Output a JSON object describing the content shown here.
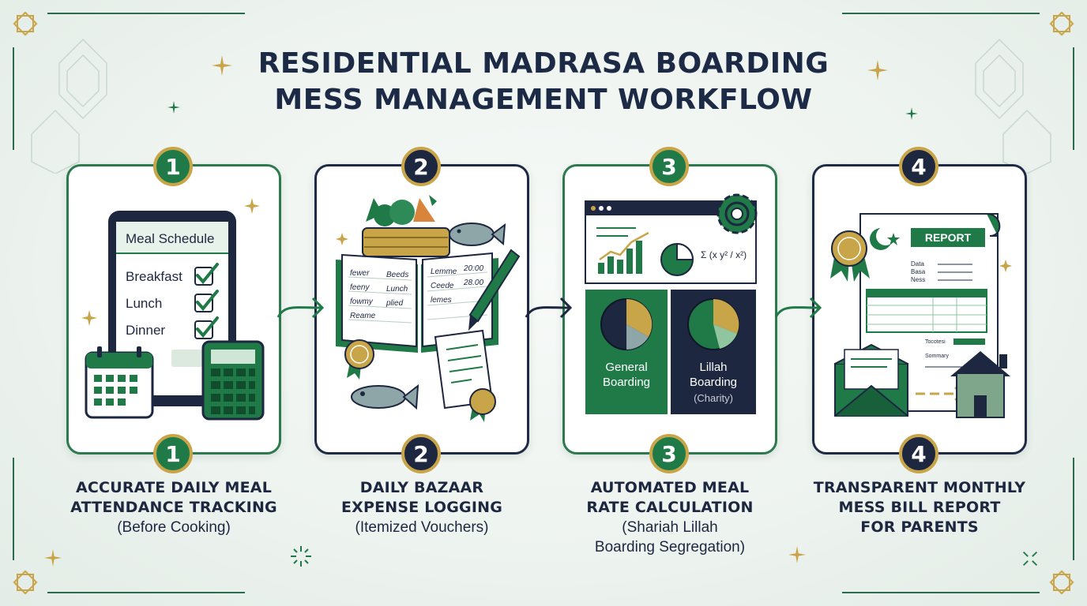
{
  "title": {
    "line1": "RESIDENTIAL MADRASA BOARDING",
    "line2": "MESS MANAGEMENT WORKFLOW"
  },
  "steps": [
    {
      "number": "1",
      "caption_line1": "ACCURATE DAILY MEAL",
      "caption_line2": "ATTENDANCE TRACKING",
      "caption_sub1": "(Before Cooking)",
      "illustration": {
        "heading": "Meal Schedule",
        "meals": [
          "Breakfast",
          "Lunch",
          "Dinner"
        ]
      }
    },
    {
      "number": "2",
      "caption_line1": "DAILY BAZAAR",
      "caption_line2": "EXPENSE LOGGING",
      "caption_sub1": "(Itemized Vouchers)",
      "illustration": {
        "ledger_left": [
          "fewer",
          "feeny",
          "fowmy",
          "Reame"
        ],
        "ledger_mid": [
          "Beeds",
          "Lunch",
          "plied"
        ],
        "ledger_right": [
          "Lemme",
          "Ceede",
          "lemes"
        ],
        "ledger_times": [
          "20:00",
          "28.00"
        ]
      }
    },
    {
      "number": "3",
      "caption_line1": "AUTOMATED MEAL",
      "caption_line2": "RATE CALCULATION",
      "caption_sub1": "(Shariah Lillah",
      "caption_sub2": "Boarding Segregation)",
      "illustration": {
        "left_panel_line1": "General",
        "left_panel_line2": "Boarding",
        "right_panel_line1": "Lillah",
        "right_panel_line2": "Boarding",
        "right_panel_note": "(Charity)",
        "formula": "Σ (x y² / x²)"
      }
    },
    {
      "number": "4",
      "caption_line1": "TRANSPARENT MONTHLY",
      "caption_line2": "MESS BILL REPORT",
      "caption_line3": "FOR PARENTS",
      "illustration": {
        "report_label": "REPORT",
        "report_lines": [
          "Data",
          "Basa",
          "Ness"
        ],
        "total_label": "Tocotesi",
        "summary_label": "Sommary"
      }
    }
  ],
  "colors": {
    "green": "#1f7a47",
    "navy": "#1d2740",
    "gold": "#c9a54a"
  }
}
